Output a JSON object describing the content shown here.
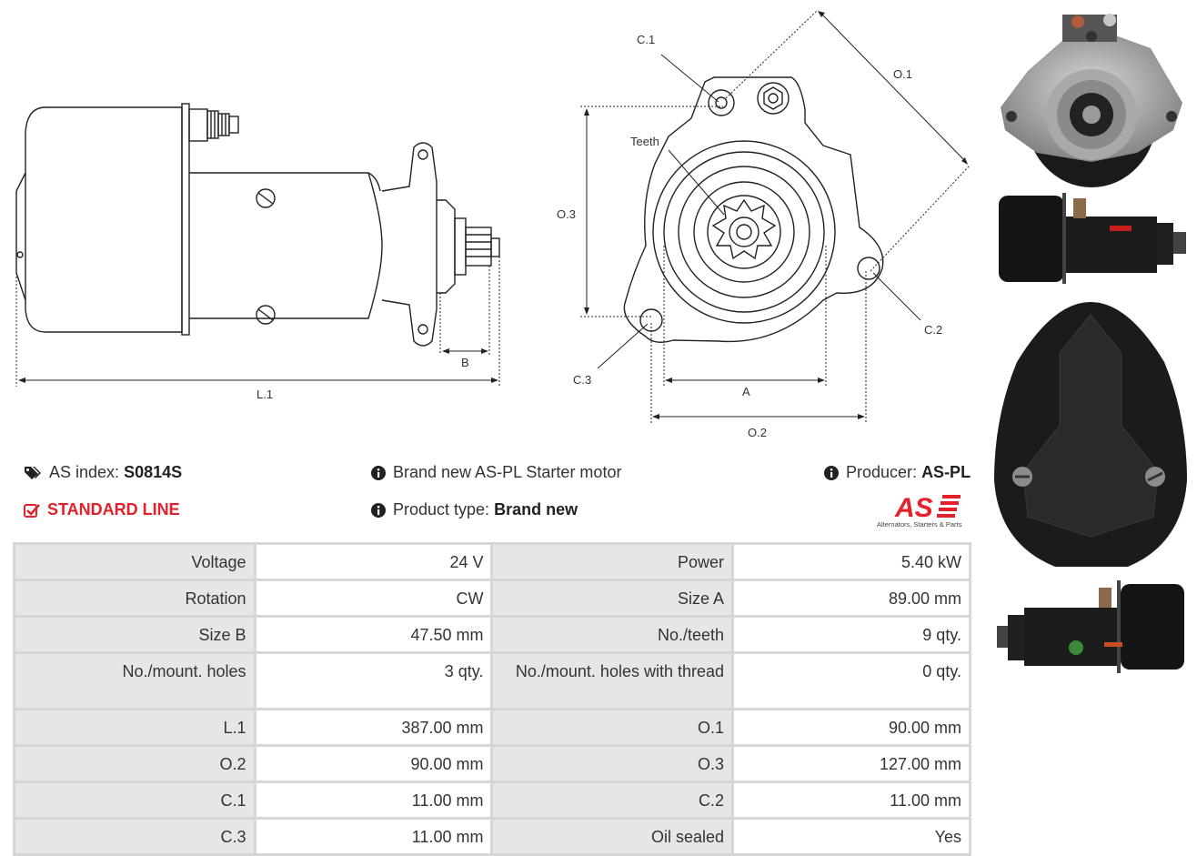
{
  "drawing_labels": {
    "L1": "L.1",
    "B": "B",
    "A": "A",
    "O1": "O.1",
    "O2": "O.2",
    "O3": "O.3",
    "C1": "C.1",
    "C2": "C.2",
    "C3": "C.3",
    "teeth": "Teeth"
  },
  "info": {
    "as_index_label": "AS index:",
    "as_index_value": "S0814S",
    "line_label": "STANDARD LINE",
    "description": "Brand new AS-PL Starter motor",
    "product_type_label": "Product type:",
    "product_type_value": "Brand new",
    "producer_label": "Producer:",
    "producer_value": "AS-PL",
    "accent_color": "#e4202a"
  },
  "logo": {
    "text": "AS",
    "tagline": "Alternators, Starters & Parts"
  },
  "specs": [
    {
      "k1": "Voltage",
      "v1": "24 V",
      "k2": "Power",
      "v2": "5.40 kW"
    },
    {
      "k1": "Rotation",
      "v1": "CW",
      "k2": "Size A",
      "v2": "89.00 mm"
    },
    {
      "k1": "Size B",
      "v1": "47.50 mm",
      "k2": "No./teeth",
      "v2": "9 qty."
    },
    {
      "k1": "No./mount. holes",
      "v1": "3 qty.",
      "k2": "No./mount. holes with thread",
      "v2": "0 qty."
    },
    {
      "k1": "L.1",
      "v1": "387.00 mm",
      "k2": "O.1",
      "v2": "90.00 mm"
    },
    {
      "k1": "O.2",
      "v1": "90.00 mm",
      "k2": "O.3",
      "v2": "127.00 mm"
    },
    {
      "k1": "C.1",
      "v1": "11.00 mm",
      "k2": "C.2",
      "v2": "11.00 mm"
    },
    {
      "k1": "C.3",
      "v1": "11.00 mm",
      "k2": "Oil sealed",
      "v2": "Yes"
    }
  ]
}
